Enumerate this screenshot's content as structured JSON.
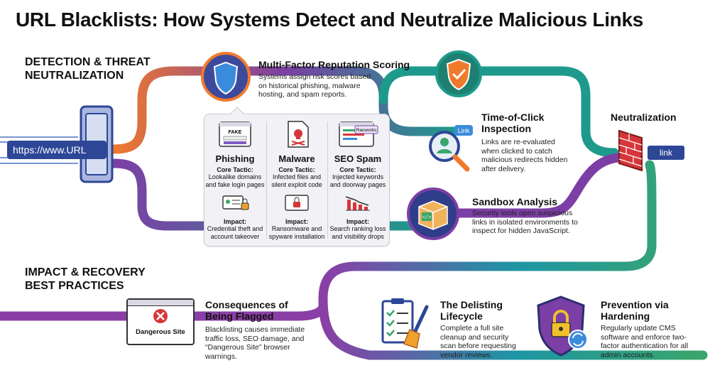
{
  "title": "URL Blacklists: How Systems Detect and Neutralize Malicious Links",
  "sections": {
    "detection": "DETECTION & THREAT NEUTRALIZATION",
    "impact": "IMPACT & RECOVERY BEST PRACTICES"
  },
  "url_label": "https://www.URL",
  "reputation": {
    "heading": "Multi-Factor Reputation Scoring",
    "text": "Systems assign risk scores based on historical phishing, malware hosting, and spam reports."
  },
  "threats": [
    {
      "name": "Phishing",
      "tactic_label": "Core Tactic:",
      "tactic": "Lookalike domains and fake login pages",
      "impact_label": "Impact:",
      "impact": "Credential theft and account takeover",
      "icon_text": "FAKE"
    },
    {
      "name": "Malware",
      "tactic_label": "Core Tactic:",
      "tactic": "Infected files and silent exploit code",
      "impact_label": "Impact:",
      "impact": "Ransomware and spyware installation"
    },
    {
      "name": "SEO Spam",
      "tactic_label": "Core Tactic:",
      "tactic": "Injected keywords and doorway pages",
      "impact_label": "Impact:",
      "impact": "Search ranking loss and visibility drops",
      "icon_text": "Racworks"
    }
  ],
  "time_of_click": {
    "heading": "Time-of-Click Inspection",
    "text": "Links are re-evaluated when clicked to catch malicious redirects hidden after delivery.",
    "tag": "Link"
  },
  "sandbox": {
    "heading": "Sandbox Analysis",
    "text": "Security tools open suspicious links in isolated environments to inspect for hidden JavaScript."
  },
  "neutralization": {
    "heading": "Neutralization",
    "link_label": "link"
  },
  "consequences": {
    "heading": "Consequences of Being Flagged",
    "text": "Blacklisting causes immediate traffic loss, SEO damage, and “Dangerous Site” browser warnings.",
    "badge": "Dangerous Site"
  },
  "delisting": {
    "heading": "The Delisting Lifecycle",
    "text": "Complete a full site cleanup and security scan before requesting vendor reviews."
  },
  "prevention": {
    "heading": "Prevention via Hardening",
    "text": "Regularly update CMS software and enforce two-factor authentication for all admin accounts."
  },
  "colors": {
    "orange": "#f07a2c",
    "purple": "#7c3fa5",
    "teal": "#1e9a8c",
    "green": "#3aa66b",
    "navy": "#2d4696",
    "red": "#d6363a"
  }
}
